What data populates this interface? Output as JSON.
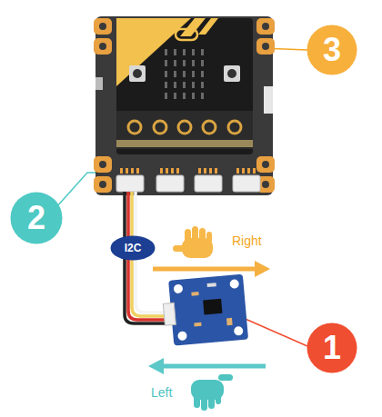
{
  "diagram": {
    "nodes": [
      {
        "text": [
          "3"
        ]
      },
      {
        "text": [
          "2"
        ]
      },
      {
        "text": [
          "I2C"
        ]
      },
      {
        "text": [
          "1"
        ]
      }
    ],
    "labels": [
      "Right",
      "Left"
    ]
  }
}
